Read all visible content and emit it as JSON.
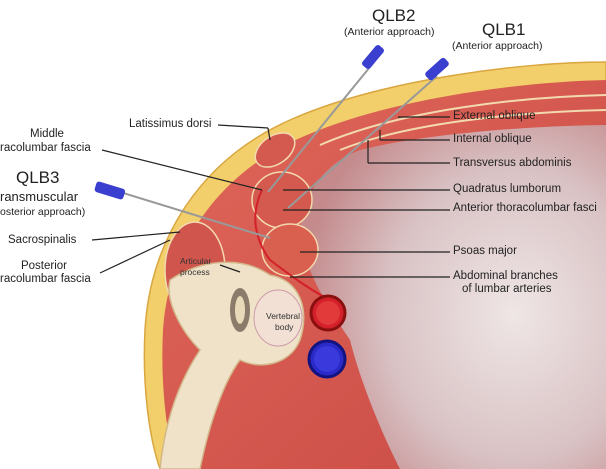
{
  "blocks": [
    {
      "name": "QLB2",
      "approach": "(Anterior approach)"
    },
    {
      "name": "QLB1",
      "approach": "(Anterior approach)"
    },
    {
      "name": "QLB3",
      "approach_line1": "ransmuscular",
      "approach_line2": "osterior approach)"
    }
  ],
  "left_labels": {
    "latissimus": "Latissimus dorsi",
    "middle_1": "Middle",
    "middle_2": "racolumbar fascia",
    "sacrospinalis": "Sacrospinalis",
    "posterior_1": "Posterior",
    "posterior_2": "racolumbar fascia"
  },
  "right_labels": {
    "external_oblique": "External oblique",
    "internal_oblique": "Internal oblique",
    "transversus": "Transversus abdominis",
    "quadratus": "Quadratus lumborum",
    "anterior_fascia": "Anterior thoracolumbar fasci",
    "psoas": "Psoas major",
    "arteries_1": "Abdominal branches",
    "arteries_2": "of lumbar arteries"
  },
  "inner_labels": {
    "articular_1": "Articular",
    "articular_2": "process",
    "vertebral_1": "Vertebral",
    "vertebral_2": "body"
  },
  "colors": {
    "muscle": "#d9594f",
    "fat": "#f2cf6a",
    "needle": "#3a3fd0",
    "artery": "#d3202a",
    "vein": "#2a2ac8"
  }
}
